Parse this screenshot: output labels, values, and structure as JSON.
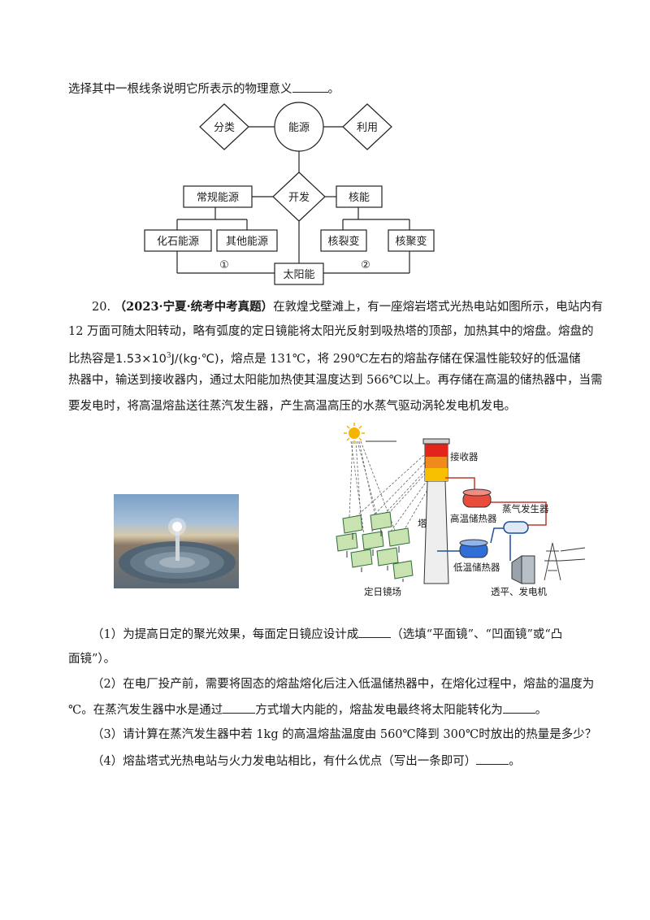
{
  "intro_line": {
    "text": "选择其中一根线条说明它所表示的物理意义",
    "end": "。"
  },
  "concept_map": {
    "center": "能源",
    "classify": "分类",
    "use": "利用",
    "develop": "开发",
    "conventional": "常规能源",
    "nuclear": "核能",
    "fossil": "化石能源",
    "other": "其他能源",
    "fission": "核裂变",
    "fusion": "核聚变",
    "solar": "太阳能",
    "mark1": "①",
    "mark2": "②"
  },
  "question": {
    "number": "20.",
    "source": "（2023·宁夏·统考中考真题）",
    "lines": [
      "在敦煌戈壁滩上，有一座熔岩塔式光热电站如图所示，电站内有",
      "12 万面可随太阳转动，略有弧度的定日镜能将太阳光反射到吸热塔的顶部，加热其中的熔盘。熔盘的",
      "，熔点是 131℃，将 290℃左右的熔盐存储在保温性能较好的低温储",
      "热器中，输送到接收器内，通过太阳能加热使其温度达到 566℃以上。再存储在高温的储热器中，当需",
      "要发电时，将高温熔盐送往蒸汽发生器，产生高温高压的水蒸气驱动涡轮发电机发电。"
    ],
    "heat_prefix": "比热容是",
    "heat_value": "1.53×10",
    "heat_exp": "3",
    "heat_unit": "J/(kg·℃)"
  },
  "diagram": {
    "receiver": "接收器",
    "steam_gen": "蒸气发生器",
    "high_tank": "高温储热器",
    "tower": "塔",
    "low_tank": "低温储热器",
    "field": "定日镜场",
    "turbine": "透平、发电机"
  },
  "sub_questions": {
    "q1a": "（1）为提高日定的聚光效果，每面定日镜应设计成",
    "q1b": "（选填“平面镜”、“凹面镜”或“凸",
    "q1c": "面镜”）。",
    "q2a": "（2）在电厂投产前，需要将固态的熔盐熔化后注入低温储热器中，在熔化过程中，熔盐的温度为",
    "q2b": "℃。在蒸汽发生器中水是通过",
    "q2c": "方式增大内能的，熔盐发电最终将太阳能转化为",
    "q2d": "。",
    "q3": "（3）请计算在蒸汽发生器中若 1kg 的高温熔盐温度由 560℃降到 300℃时放出的热量是多少？",
    "q4a": "（4）熔盐塔式光热电站与火力发电站相比，有什么优点（写出一条即可）",
    "q4b": "。"
  }
}
